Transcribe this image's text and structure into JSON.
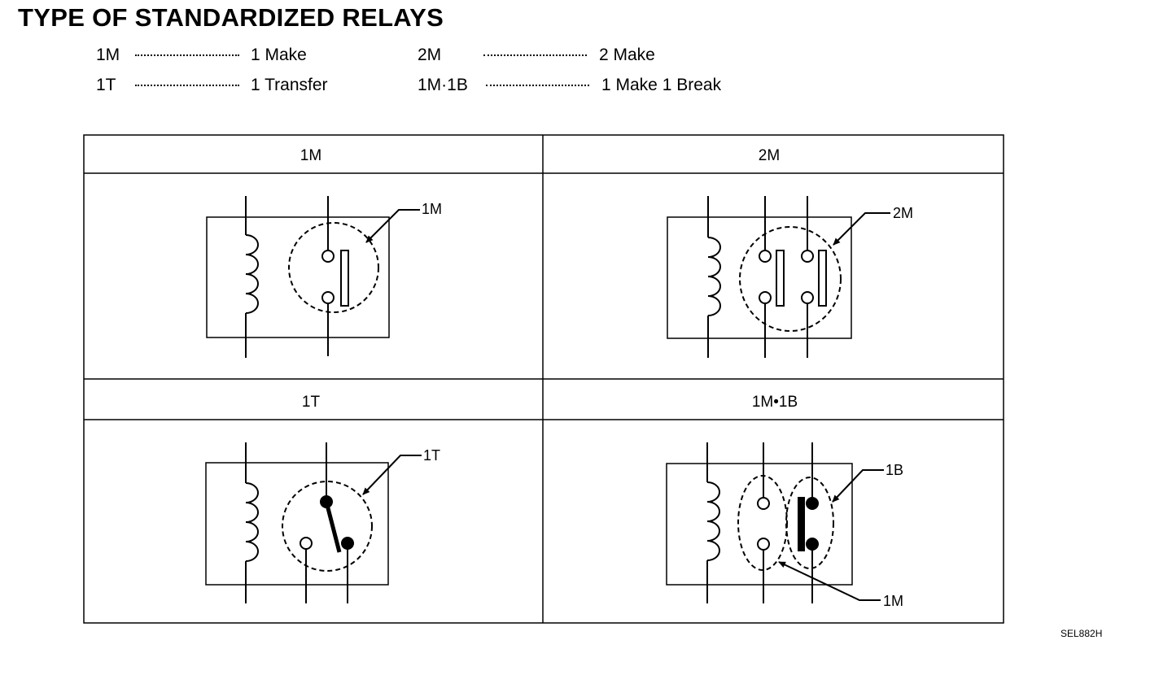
{
  "title": "TYPE OF STANDARDIZED RELAYS",
  "legend": [
    {
      "code": "1M",
      "meaning": "1 Make"
    },
    {
      "code": "2M",
      "meaning": "2 Make"
    },
    {
      "code": "1T",
      "meaning": "1 Transfer"
    },
    {
      "code": "1M·1B",
      "meaning": "1 Make 1 Break"
    }
  ],
  "table": {
    "headers": [
      "1M",
      "2M",
      "1T",
      "1M•1B"
    ]
  },
  "callouts": {
    "one_m": "1M",
    "two_m": "2M",
    "one_t": "1T",
    "break_b": "1B",
    "make_m": "1M"
  },
  "figure_code": "SEL882H"
}
